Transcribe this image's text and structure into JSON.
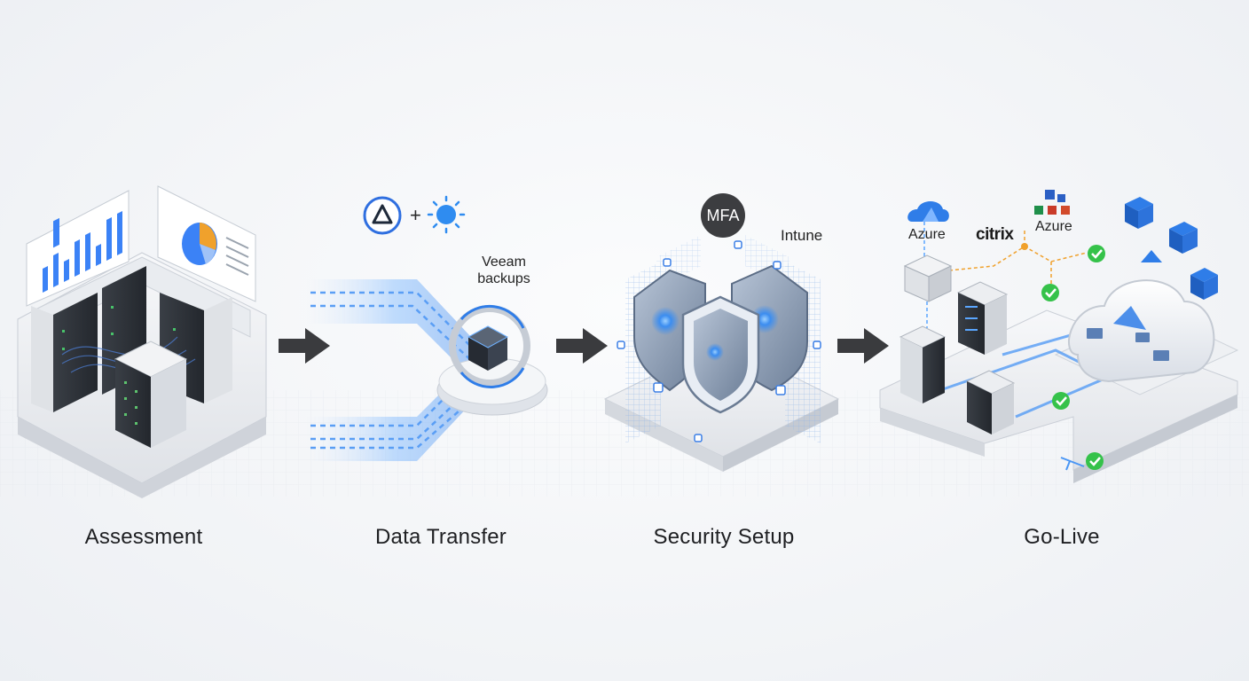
{
  "stages": [
    {
      "label": "Assessment"
    },
    {
      "label": "Data Transfer"
    },
    {
      "label": "Security Setup"
    },
    {
      "label": "Go-Live"
    }
  ],
  "transfer": {
    "plus_sign": "+",
    "veeam_line1": "Veeam",
    "veeam_line2": "backups"
  },
  "security": {
    "mfa_badge": "MFA",
    "intune_label": "Intune"
  },
  "golive": {
    "azure_label_1": "Azure",
    "citrix_label": "citrix",
    "azure_label_2": "Azure"
  },
  "colors": {
    "accent_blue": "#2f7de8",
    "glow_blue": "#5aa6ff",
    "check_green": "#35c24a",
    "arrow_dark": "#3a3b3e",
    "connector_orange": "#f0a12c"
  },
  "icons": [
    "arrow-right-icon",
    "delta-icon",
    "sun-icon",
    "mfa-badge-icon",
    "shield-icon",
    "azure-cloud-icon",
    "office-apps-icon",
    "server-icon",
    "checkmark-icon",
    "cloud-icon"
  ]
}
